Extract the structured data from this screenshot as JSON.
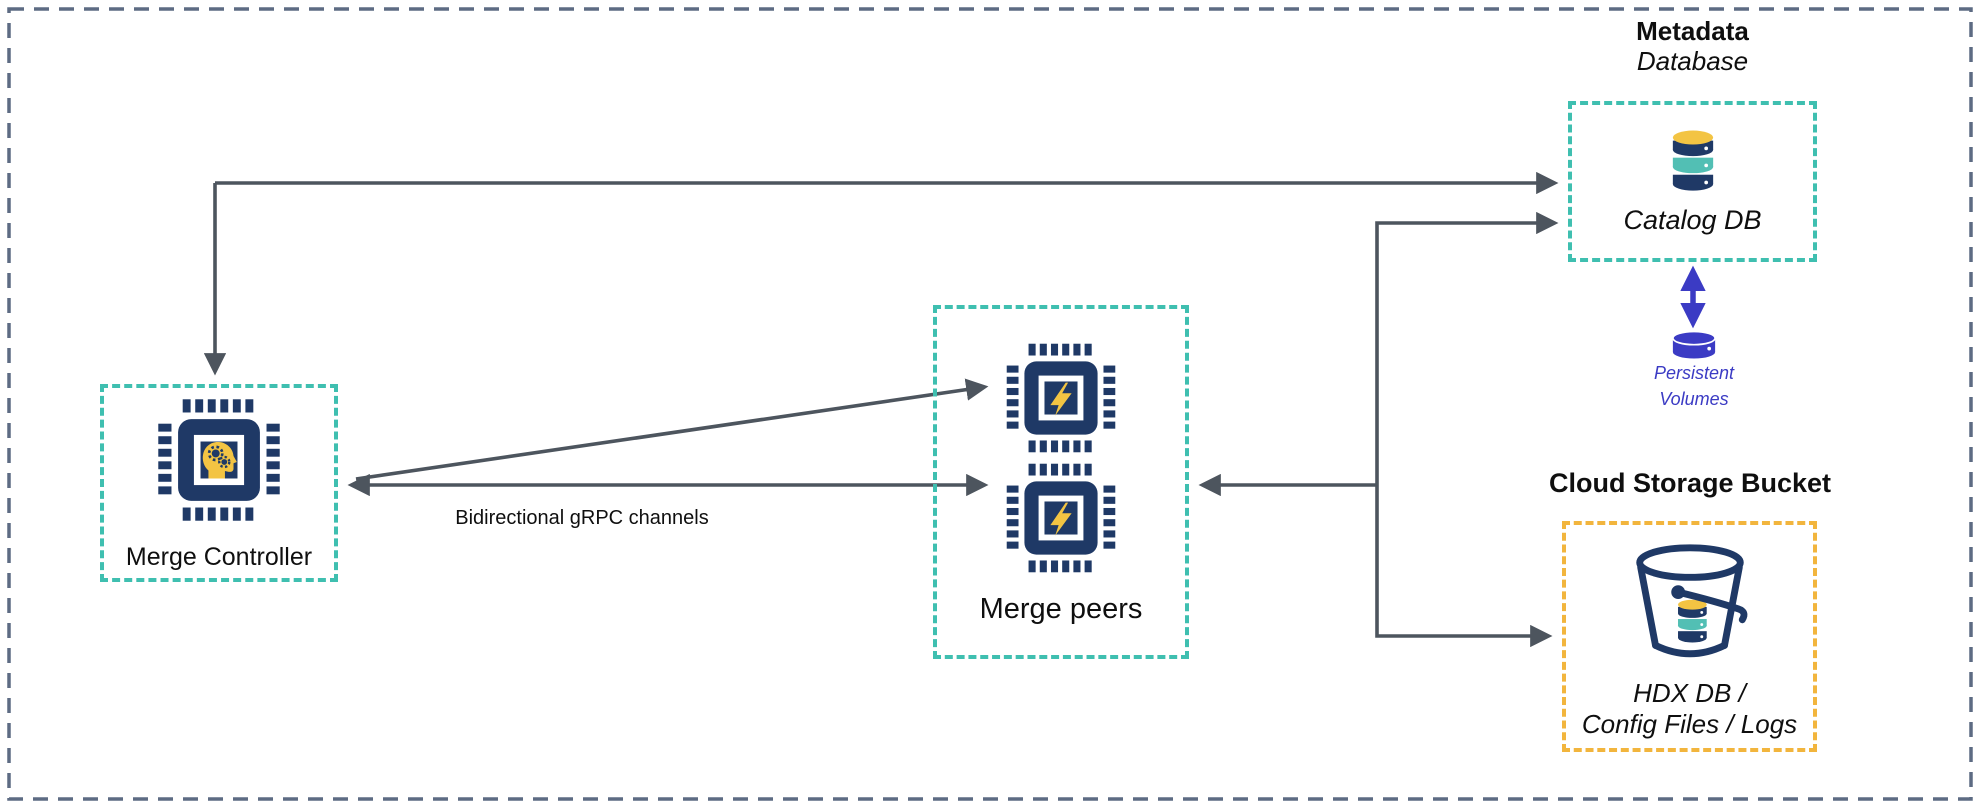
{
  "colors": {
    "outer-border": "#5d6b83",
    "box-teal": "#3fbfb0",
    "box-gold": "#f2b53d",
    "navy": "#1f3966",
    "icon-yellow": "#f3c443",
    "icon-teal": "#52bfb4",
    "connector": "#4d555e",
    "volume-blue": "#3b3bc4",
    "text": "#0f0f0f"
  },
  "nodes": {
    "merge_controller": {
      "label": "Merge Controller",
      "icon": "ai-chip-icon"
    },
    "merge_peers": {
      "label": "Merge peers",
      "icon": "bolt-chip-icon",
      "chip_count": 2
    },
    "catalog_db": {
      "title_line1": "Metadata",
      "title_line2": "Database",
      "label": "Catalog DB",
      "icon": "database-icon"
    },
    "persistent_volumes": {
      "label_line1": "Persistent",
      "label_line2": "Volumes",
      "icon": "volume-disk-icon"
    },
    "cloud_storage_bucket": {
      "title": "Cloud Storage Bucket",
      "label_line1": "HDX DB /",
      "label_line2": "Config Files / Logs",
      "icon": "bucket-icon"
    }
  },
  "edges": {
    "grpc_label": "Bidirectional gRPC channels"
  }
}
